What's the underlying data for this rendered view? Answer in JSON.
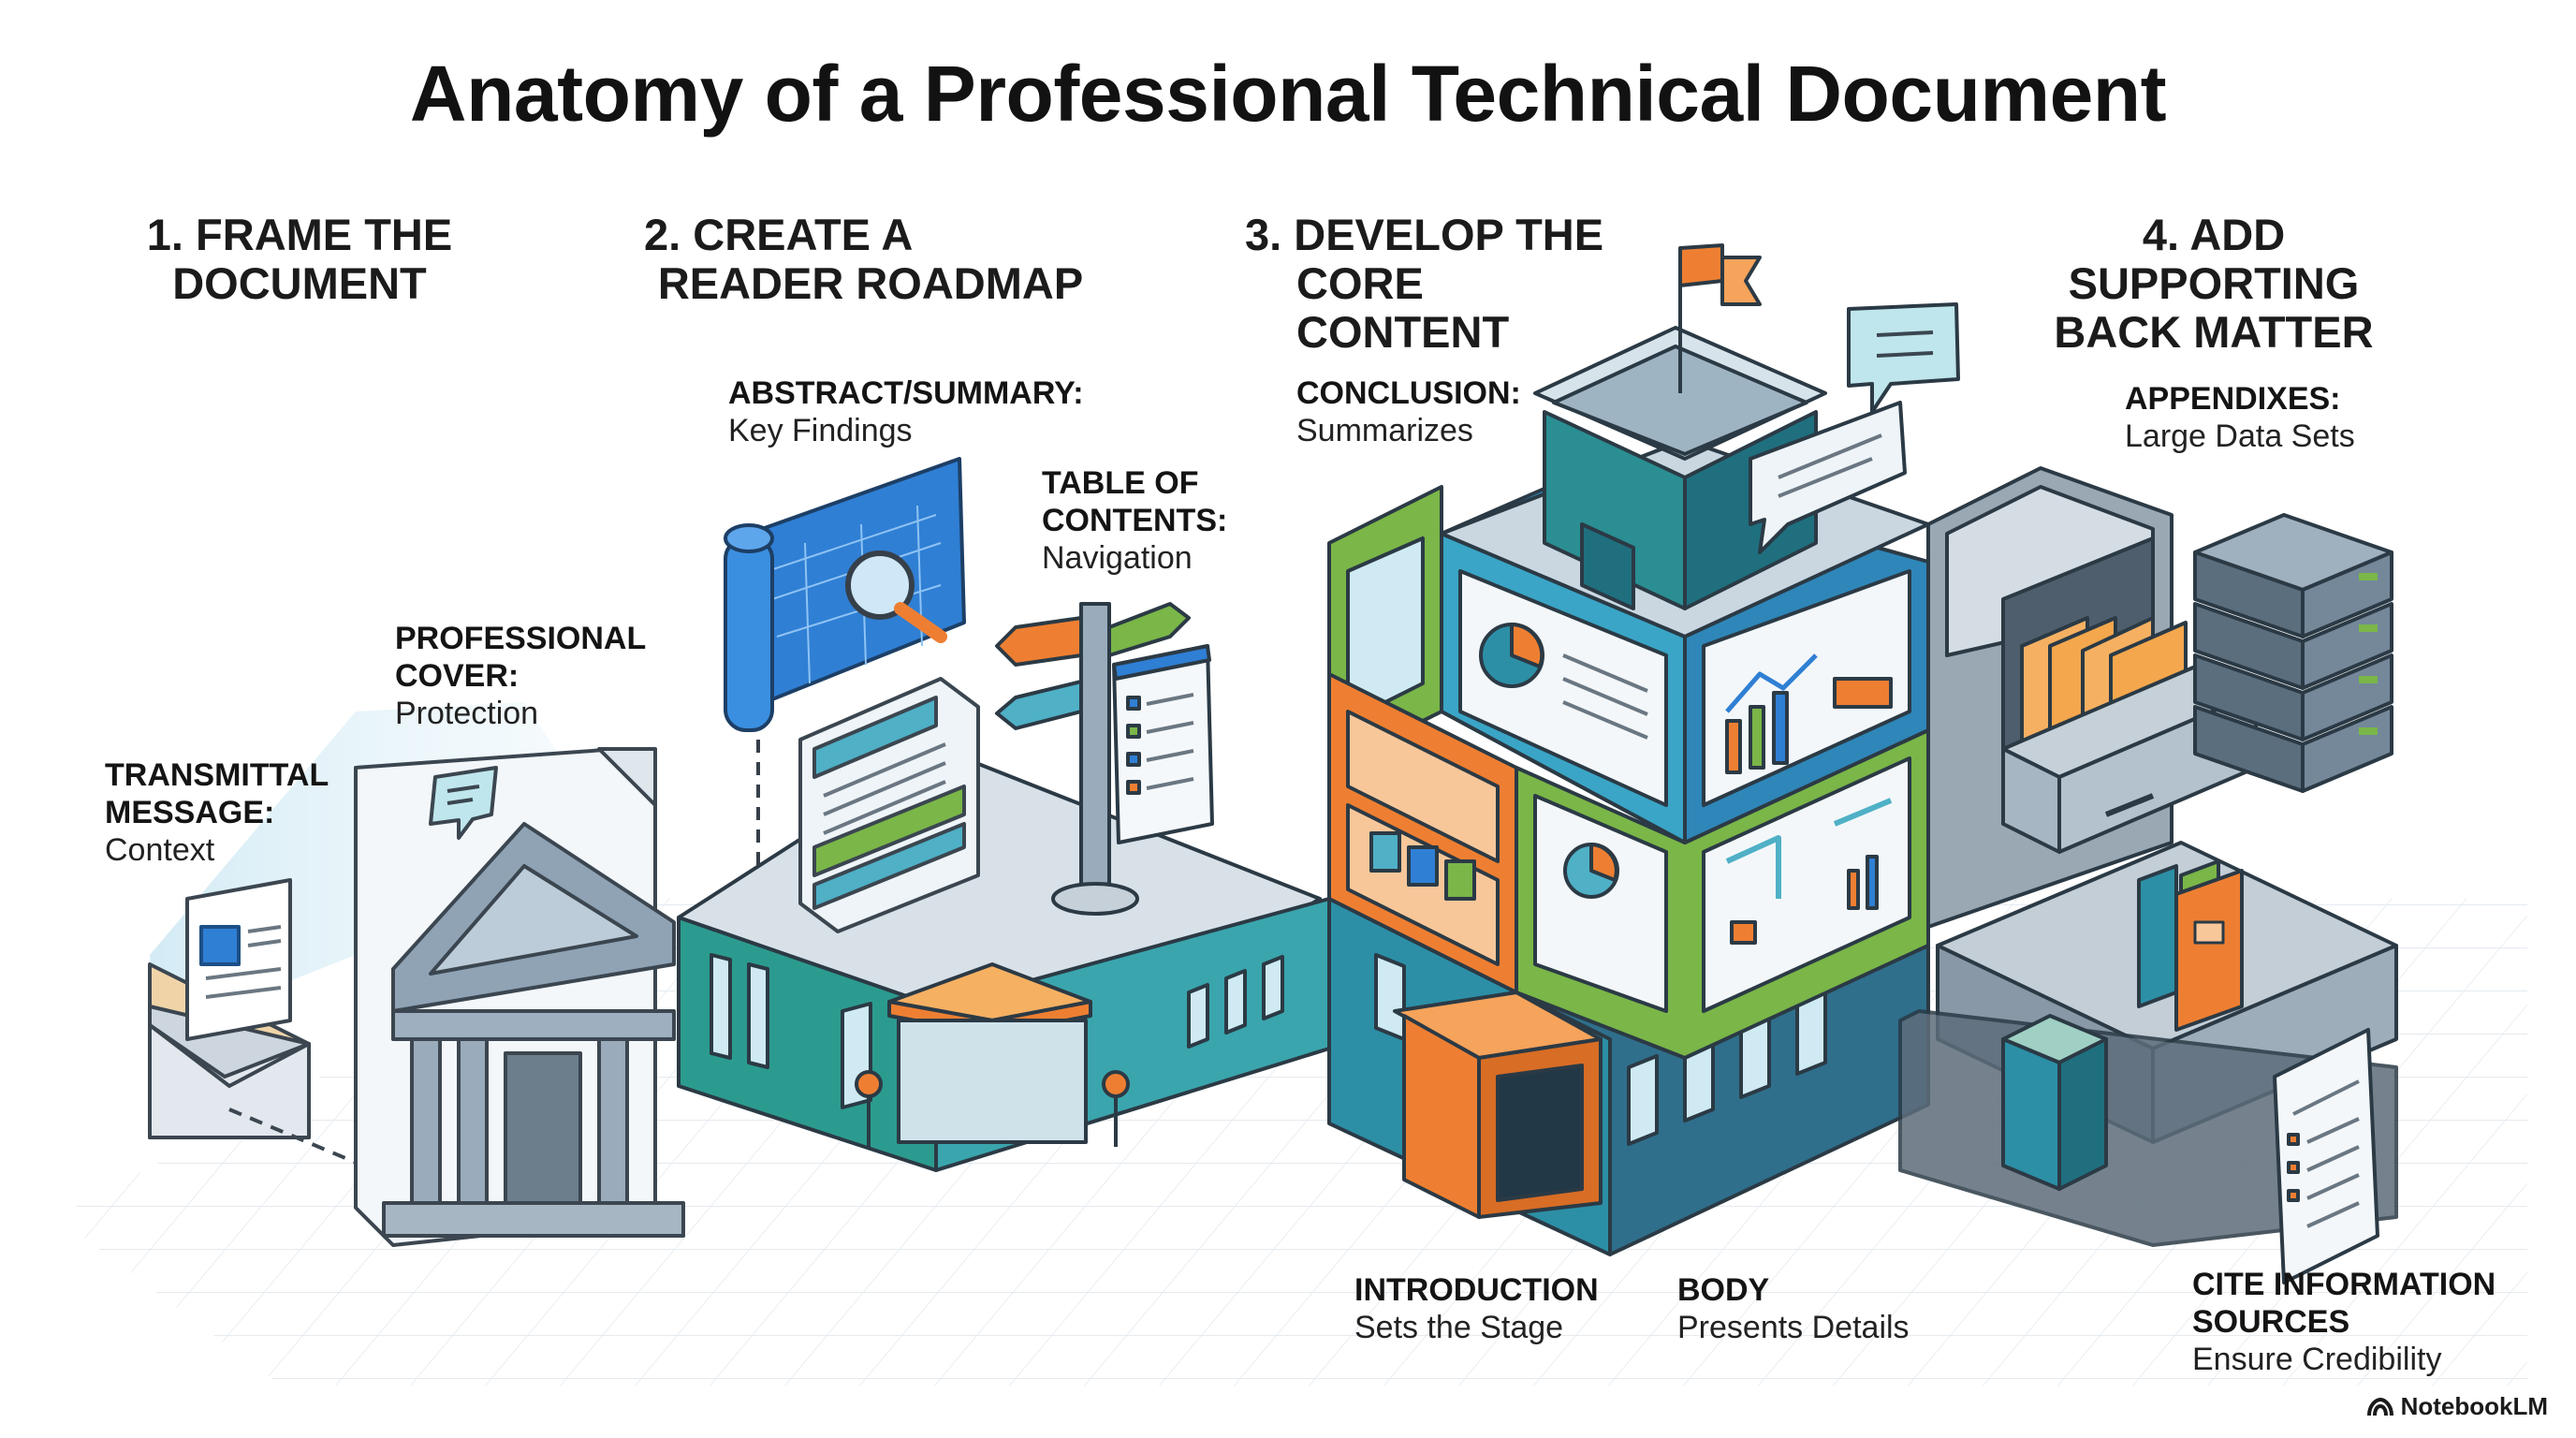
{
  "title": "Anatomy of a Professional Technical Document",
  "steps": [
    {
      "line1": "1. FRAME THE",
      "line2": "DOCUMENT"
    },
    {
      "line1": "2. CREATE A",
      "line2": "READER ROADMAP"
    },
    {
      "line1": "3. DEVELOP THE",
      "line2": "CORE CONTENT"
    },
    {
      "line1": "4. ADD SUPPORTING",
      "line2": "BACK MATTER"
    }
  ],
  "labels": {
    "transmittal": {
      "head1": "TRANSMITTAL",
      "head2": "MESSAGE:",
      "sub": "Context"
    },
    "cover": {
      "head1": "PROFESSIONAL",
      "head2": "COVER:",
      "sub": "Protection"
    },
    "abstract": {
      "head": "ABSTRACT/SUMMARY:",
      "sub": "Key Findings"
    },
    "toc": {
      "head1": "TABLE OF",
      "head2": "CONTENTS:",
      "sub": "Navigation"
    },
    "conclusion": {
      "head": "CONCLUSION:",
      "sub": "Summarizes"
    },
    "appendixes": {
      "head": "APPENDIXES:",
      "sub": "Large Data Sets"
    },
    "introduction": {
      "head": "INTRODUCTION",
      "sub": "Sets the Stage"
    },
    "body": {
      "head": "BODY",
      "sub": "Presents Details"
    },
    "cite": {
      "head1": "CITE INFORMATION",
      "head2": "SOURCES",
      "sub": "Ensure Credibility"
    }
  },
  "brand": "NotebookLM",
  "colors": {
    "teal": "#2b97a6",
    "teal_dark": "#1f6f7f",
    "green": "#7ab648",
    "orange": "#ee7f32",
    "peach": "#f6b062",
    "blue": "#2f7fd4",
    "slate": "#8c9ba8",
    "slate_dark": "#5e6d7b",
    "roof": "#d6dee5",
    "grid": "#dfe5ea"
  },
  "icons": [
    "envelope-icon",
    "classical-building-icon",
    "speech-bubble-icon",
    "blueprint-scroll-icon",
    "magnifier-icon",
    "signpost-icon",
    "flag-icon",
    "pie-chart-icon",
    "bar-chart-icon",
    "folder-icon",
    "server-rack-icon",
    "book-icon",
    "notebooklm-logo-icon"
  ]
}
